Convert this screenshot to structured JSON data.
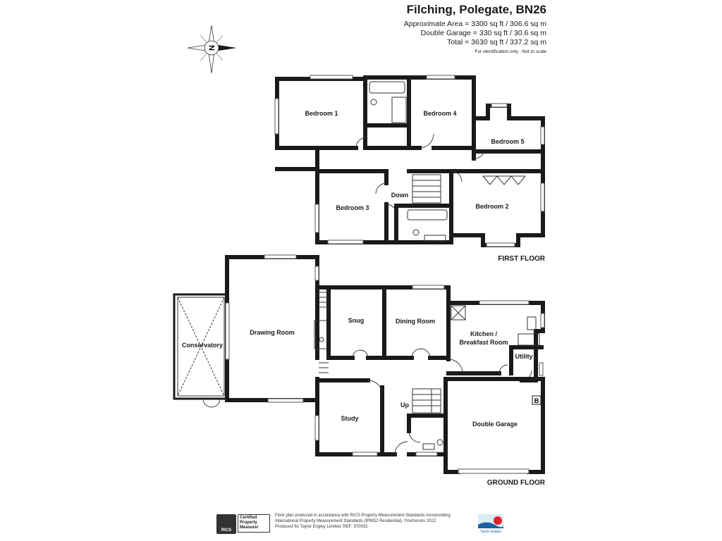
{
  "header": {
    "title": "Filching, Polegate, BN26",
    "area_main": "Approximate Area = 3300 sq ft / 306.6 sq m",
    "area_garage": "Double Garage = 330 sq ft / 30.6 sq m",
    "area_total": "Total = 3630 sq ft / 337.2 sq m",
    "note": "For identification only - Not to scale"
  },
  "compass": {
    "label": "N"
  },
  "first_floor": {
    "label": "FIRST FLOOR",
    "rooms": {
      "bedroom1": "Bedroom 1",
      "bedroom4": "Bedroom 4",
      "bedroom5": "Bedroom 5",
      "bedroom3": "Bedroom 3",
      "bedroom2": "Bedroom 2",
      "down": "Down"
    }
  },
  "ground_floor": {
    "label": "GROUND FLOOR",
    "rooms": {
      "conservatory": "Conservatory",
      "drawing_room": "Drawing Room",
      "snug": "Snug",
      "dining_room": "Dining Room",
      "kitchen_line1": "Kitchen /",
      "kitchen_line2": "Breakfast Room",
      "utility": "Utility",
      "study": "Study",
      "up": "Up",
      "double_garage": "Double Garage",
      "boiler": "B"
    }
  },
  "footer": {
    "line1": "Floor plan produced in accordance with RICS Property Measurement Standards incorporating",
    "line2": "International Property Measurement Standards (IPMS2 Residential).  ©nichecom 2022.",
    "line3": "Produced for Taylor Engley Limited.   REF: 970031",
    "rics_badge": "RICS",
    "rics_line1": "Certified",
    "rics_line2": "Property",
    "rics_line3": "Measurer",
    "logo_text": "Taylor Engley"
  },
  "colors": {
    "wall": "#1a1a1a",
    "logo_blue": "#1d5fa3",
    "logo_red": "#e0202a"
  }
}
